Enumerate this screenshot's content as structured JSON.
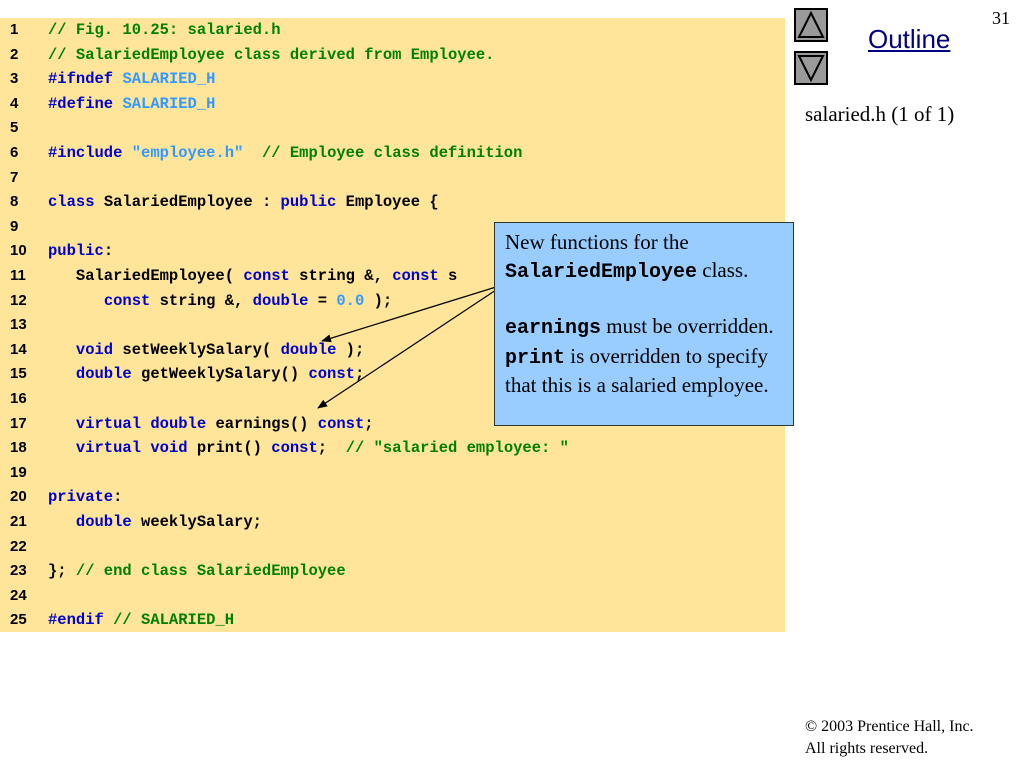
{
  "slide": {
    "page_number": "31",
    "outline_title": "Outline",
    "subtitle": "salaried.h (1 of 1)",
    "copyright_symbol": "©",
    "copyright_text": "2003 Prentice Hall, Inc.",
    "rights_text": "All rights reserved."
  },
  "nav": {
    "prev_icon": "triangle-up-icon",
    "next_icon": "triangle-down-icon"
  },
  "colors": {
    "code_background": "#ffe599",
    "comment": "#008000",
    "keyword": "#0000cc",
    "macro": "#3399ff",
    "callout_background": "#99ccff",
    "outline_link": "#000080"
  },
  "code_lines": [
    {
      "num": "1",
      "tokens": [
        {
          "t": "comment",
          "v": "// Fig. 10.25: salaried.h"
        }
      ]
    },
    {
      "num": "2",
      "tokens": [
        {
          "t": "comment",
          "v": "// SalariedEmployee class derived from Employee."
        }
      ]
    },
    {
      "num": "3",
      "tokens": [
        {
          "t": "keyword",
          "v": "#ifndef"
        },
        {
          "t": "plain",
          "v": " "
        },
        {
          "t": "macro",
          "v": "SALARIED_H"
        }
      ]
    },
    {
      "num": "4",
      "tokens": [
        {
          "t": "keyword",
          "v": "#define"
        },
        {
          "t": "plain",
          "v": " "
        },
        {
          "t": "macro",
          "v": "SALARIED_H"
        }
      ]
    },
    {
      "num": "5",
      "tokens": []
    },
    {
      "num": "6",
      "tokens": [
        {
          "t": "keyword",
          "v": "#include"
        },
        {
          "t": "plain",
          "v": " "
        },
        {
          "t": "string",
          "v": "\"employee.h\""
        },
        {
          "t": "plain",
          "v": "  "
        },
        {
          "t": "comment",
          "v": "// Employee class definition"
        }
      ]
    },
    {
      "num": "7",
      "tokens": []
    },
    {
      "num": "8",
      "tokens": [
        {
          "t": "keyword",
          "v": "class"
        },
        {
          "t": "plain",
          "v": " SalariedEmployee : "
        },
        {
          "t": "keyword",
          "v": "public"
        },
        {
          "t": "plain",
          "v": " Employee {"
        }
      ]
    },
    {
      "num": "9",
      "tokens": []
    },
    {
      "num": "10",
      "tokens": [
        {
          "t": "keyword",
          "v": "public"
        },
        {
          "t": "plain",
          "v": ":"
        }
      ]
    },
    {
      "num": "11",
      "tokens": [
        {
          "t": "plain",
          "v": "   SalariedEmployee( "
        },
        {
          "t": "keyword",
          "v": "const"
        },
        {
          "t": "plain",
          "v": " string &, "
        },
        {
          "t": "keyword",
          "v": "const"
        },
        {
          "t": "plain",
          "v": " s"
        }
      ]
    },
    {
      "num": "12",
      "tokens": [
        {
          "t": "plain",
          "v": "      "
        },
        {
          "t": "keyword",
          "v": "const"
        },
        {
          "t": "plain",
          "v": " string &, "
        },
        {
          "t": "keyword",
          "v": "double"
        },
        {
          "t": "plain",
          "v": " = "
        },
        {
          "t": "number",
          "v": "0.0"
        },
        {
          "t": "plain",
          "v": " );"
        }
      ]
    },
    {
      "num": "13",
      "tokens": []
    },
    {
      "num": "14",
      "tokens": [
        {
          "t": "plain",
          "v": "   "
        },
        {
          "t": "keyword",
          "v": "void"
        },
        {
          "t": "plain",
          "v": " setWeeklySalary( "
        },
        {
          "t": "keyword",
          "v": "double"
        },
        {
          "t": "plain",
          "v": " );"
        }
      ]
    },
    {
      "num": "15",
      "tokens": [
        {
          "t": "plain",
          "v": "   "
        },
        {
          "t": "keyword",
          "v": "double"
        },
        {
          "t": "plain",
          "v": " getWeeklySalary() "
        },
        {
          "t": "keyword",
          "v": "const"
        },
        {
          "t": "plain",
          "v": ";"
        }
      ]
    },
    {
      "num": "16",
      "tokens": []
    },
    {
      "num": "17",
      "tokens": [
        {
          "t": "plain",
          "v": "   "
        },
        {
          "t": "keyword",
          "v": "virtual"
        },
        {
          "t": "plain",
          "v": " "
        },
        {
          "t": "keyword",
          "v": "double"
        },
        {
          "t": "plain",
          "v": " earnings() "
        },
        {
          "t": "keyword",
          "v": "const"
        },
        {
          "t": "plain",
          "v": ";"
        }
      ]
    },
    {
      "num": "18",
      "tokens": [
        {
          "t": "plain",
          "v": "   "
        },
        {
          "t": "keyword",
          "v": "virtual"
        },
        {
          "t": "plain",
          "v": " "
        },
        {
          "t": "keyword",
          "v": "void"
        },
        {
          "t": "plain",
          "v": " print() "
        },
        {
          "t": "keyword",
          "v": "const"
        },
        {
          "t": "plain",
          "v": ";  "
        },
        {
          "t": "comment",
          "v": "// \"salaried employee: \""
        }
      ]
    },
    {
      "num": "19",
      "tokens": []
    },
    {
      "num": "20",
      "tokens": [
        {
          "t": "keyword",
          "v": "private"
        },
        {
          "t": "plain",
          "v": ":"
        }
      ]
    },
    {
      "num": "21",
      "tokens": [
        {
          "t": "plain",
          "v": "   "
        },
        {
          "t": "keyword",
          "v": "double"
        },
        {
          "t": "plain",
          "v": " weeklySalary;"
        }
      ]
    },
    {
      "num": "22",
      "tokens": []
    },
    {
      "num": "23",
      "tokens": [
        {
          "t": "plain",
          "v": "}; "
        },
        {
          "t": "comment",
          "v": "// end class SalariedEmployee"
        }
      ]
    },
    {
      "num": "24",
      "tokens": []
    },
    {
      "num": "25",
      "tokens": [
        {
          "t": "keyword",
          "v": "#endif"
        },
        {
          "t": "plain",
          "v": " "
        },
        {
          "t": "comment",
          "v": "// SALARIED_H"
        }
      ]
    }
  ],
  "callout": {
    "line1": "New functions for the",
    "class_name": "SalariedEmployee",
    "line2_suffix": " class.",
    "earnings_code": "earnings",
    "earnings_text": " must be overridden. ",
    "print_code": "print",
    "print_text": " is overridden to specify that this is a salaried employee."
  }
}
